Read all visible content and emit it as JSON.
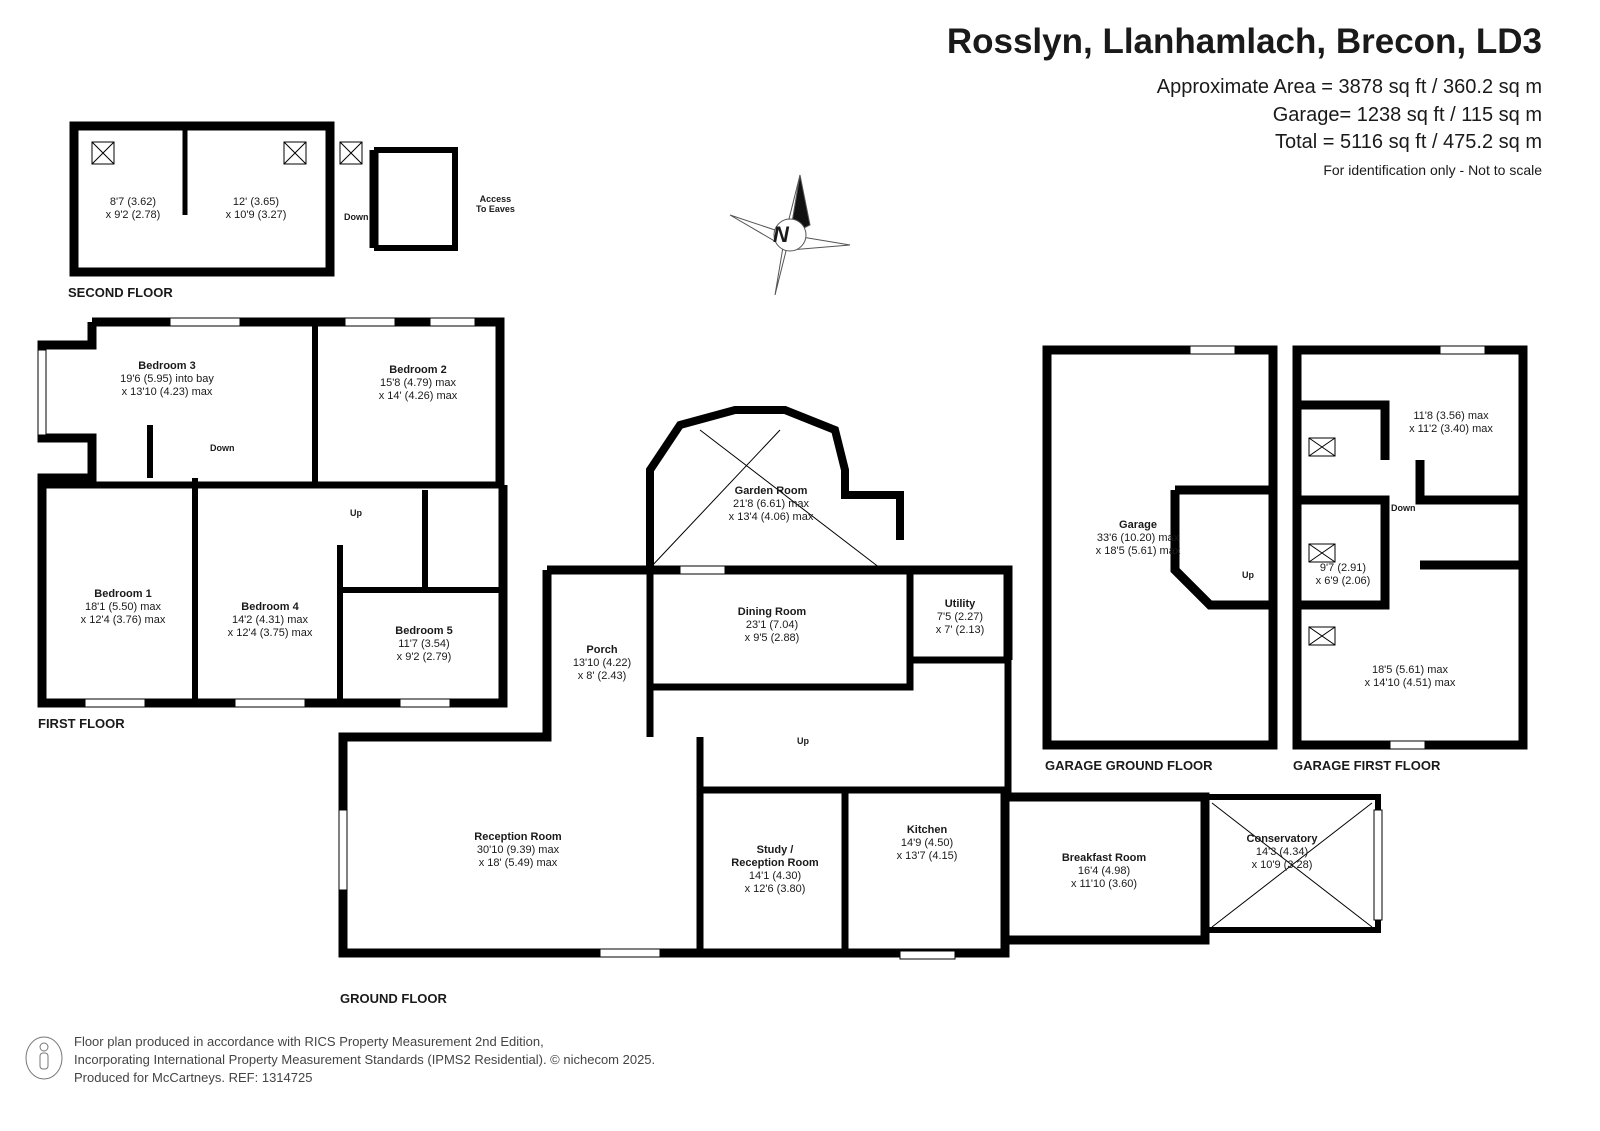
{
  "header": {
    "title": "Rosslyn, Llanhamlach, Brecon, LD3",
    "approx_area": "Approximate Area = 3878 sq ft / 360.2 sq m",
    "garage_area": "Garage= 1238 sq ft / 115 sq m",
    "total_area": "Total = 5116 sq ft / 475.2 sq m",
    "note": "For identification only - Not to scale"
  },
  "compass": {
    "label": "N"
  },
  "floors": {
    "second": "SECOND FLOOR",
    "first": "FIRST FLOOR",
    "ground": "GROUND FLOOR",
    "garage_ground": "GARAGE GROUND FLOOR",
    "garage_first": "GARAGE FIRST FLOOR"
  },
  "rooms": {
    "sf_room1": {
      "name": "",
      "d1": "8'7 (3.62)",
      "d2": "x 9'2 (2.78)"
    },
    "sf_room2": {
      "name": "",
      "d1": "12' (3.65)",
      "d2": "x 10'9 (3.27)"
    },
    "bedroom3": {
      "name": "Bedroom 3",
      "d1": "19'6 (5.95) into bay",
      "d2": "x 13'10 (4.23) max"
    },
    "bedroom2": {
      "name": "Bedroom 2",
      "d1": "15'8 (4.79) max",
      "d2": "x 14' (4.26) max"
    },
    "bedroom1": {
      "name": "Bedroom 1",
      "d1": "18'1 (5.50) max",
      "d2": "x 12'4 (3.76) max"
    },
    "bedroom4": {
      "name": "Bedroom 4",
      "d1": "14'2 (4.31) max",
      "d2": "x 12'4 (3.75) max"
    },
    "bedroom5": {
      "name": "Bedroom 5",
      "d1": "11'7 (3.54)",
      "d2": "x 9'2 (2.79)"
    },
    "garden_room": {
      "name": "Garden Room",
      "d1": "21'8 (6.61) max",
      "d2": "x 13'4 (4.06) max"
    },
    "dining_room": {
      "name": "Dining Room",
      "d1": "23'1 (7.04)",
      "d2": "x 9'5 (2.88)"
    },
    "utility": {
      "name": "Utility",
      "d1": "7'5 (2.27)",
      "d2": "x 7' (2.13)"
    },
    "porch": {
      "name": "Porch",
      "d1": "13'10 (4.22)",
      "d2": "x 8' (2.43)"
    },
    "reception_room": {
      "name": "Reception Room",
      "d1": "30'10 (9.39) max",
      "d2": "x 18' (5.49) max"
    },
    "study": {
      "name": "Study /",
      "name2": "Reception Room",
      "d1": "14'1 (4.30)",
      "d2": "x 12'6 (3.80)"
    },
    "kitchen": {
      "name": "Kitchen",
      "d1": "14'9 (4.50)",
      "d2": "x 13'7 (4.15)"
    },
    "breakfast_room": {
      "name": "Breakfast Room",
      "d1": "16'4 (4.98)",
      "d2": "x 11'10 (3.60)"
    },
    "conservatory": {
      "name": "Conservatory",
      "d1": "14'3 (4.34)",
      "d2": "x 10'9 (3.28)"
    },
    "garage": {
      "name": "Garage",
      "d1": "33'6 (10.20) max",
      "d2": "x 18'5 (5.61) max"
    },
    "gf_room1": {
      "name": "",
      "d1": "11'8 (3.56) max",
      "d2": "x 11'2 (3.40) max"
    },
    "gf_room2": {
      "name": "",
      "d1": "9'7 (2.91)",
      "d2": "x 6'9 (2.06)"
    },
    "gf_room3": {
      "name": "",
      "d1": "18'5 (5.61) max",
      "d2": "x 14'10 (4.51) max"
    }
  },
  "annotations": {
    "down_sf": "Down",
    "access_eaves": "Access",
    "access_eaves2": "To Eaves",
    "down_ff": "Down",
    "up_ff": "Up",
    "up_gf": "Up",
    "up_garage": "Up",
    "down_garage": "Down"
  },
  "footer": {
    "line1": "Floor plan produced in accordance with RICS Property Measurement 2nd Edition,",
    "line2": "Incorporating International Property Measurement Standards (IPMS2 Residential).   © nichecom 2025.",
    "line3": "Produced for McCartneys.   REF: 1314725"
  }
}
